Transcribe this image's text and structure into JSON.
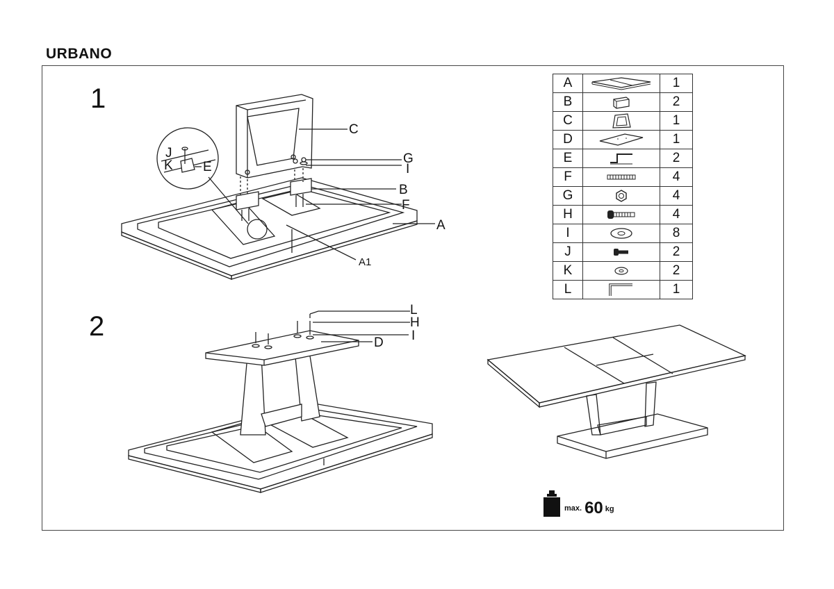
{
  "title": "URBANO",
  "steps": {
    "one": "1",
    "two": "2"
  },
  "parts": [
    {
      "letter": "A",
      "icon": "tabletop-icon",
      "qty": "1"
    },
    {
      "letter": "B",
      "icon": "block-icon",
      "qty": "2"
    },
    {
      "letter": "C",
      "icon": "leg-frame-icon",
      "qty": "1"
    },
    {
      "letter": "D",
      "icon": "plate-icon",
      "qty": "1"
    },
    {
      "letter": "E",
      "icon": "bracket-icon",
      "qty": "2"
    },
    {
      "letter": "F",
      "icon": "dowel-icon",
      "qty": "4"
    },
    {
      "letter": "G",
      "icon": "nut-icon",
      "qty": "4"
    },
    {
      "letter": "H",
      "icon": "bolt-icon",
      "qty": "4"
    },
    {
      "letter": "I",
      "icon": "washer-icon",
      "qty": "8"
    },
    {
      "letter": "J",
      "icon": "small-screw-icon",
      "qty": "2"
    },
    {
      "letter": "K",
      "icon": "small-washer-icon",
      "qty": "2"
    },
    {
      "letter": "L",
      "icon": "allen-key-icon",
      "qty": "1"
    }
  ],
  "callouts": {
    "step1": {
      "C": "C",
      "G": "G",
      "I": "I",
      "B": "B",
      "F": "F",
      "A": "A",
      "A1": "A1",
      "J": "J",
      "K": "K",
      "E": "E"
    },
    "step2": {
      "L": "L",
      "H": "H",
      "I": "I",
      "D": "D"
    }
  },
  "weight": {
    "max": "max.",
    "value": "60",
    "unit": "kg",
    "icon": "weight-icon"
  }
}
